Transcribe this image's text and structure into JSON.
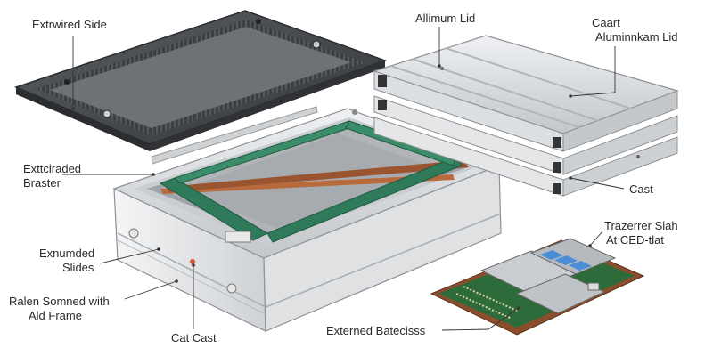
{
  "labels": {
    "extruded_side": "Extrwired Side",
    "aluminum_lid": "Allimum Lid",
    "cast_aluminum_lid_1": "Caart",
    "cast_aluminum_lid_2": "Aluminnkam Lid",
    "extruded_bracket_1": "Exttciraded",
    "extruded_bracket_2": "Braster",
    "cast": "Cast",
    "extruded_slides_1": "Exnumded",
    "extruded_slides_2": "Slides",
    "panel_frame_1": "Ralen Somned with",
    "panel_frame_2": "Ald Frame",
    "cat_cast": "Cat Cast",
    "external_batteries": "Externed Batecisss",
    "transfer_slab_1": "Trazerrer Slah",
    "transfer_slab_2": "At CED-tlat"
  },
  "colors": {
    "aluminum": "#d6d8da",
    "dark_lid": "#4a4d52",
    "green_frame": "#2f7a5a",
    "copper": "#b86a3c",
    "pcb": "#2e6b3a"
  }
}
